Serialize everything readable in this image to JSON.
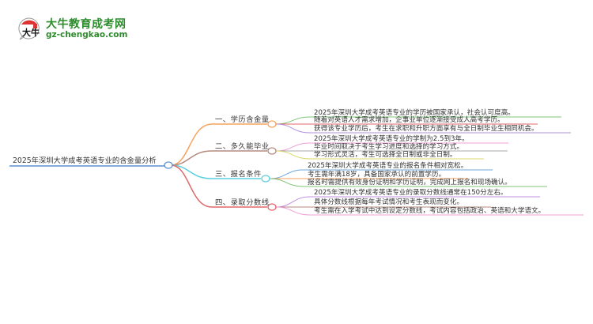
{
  "logo": {
    "title": "大牛教育成考网",
    "url": "gz-chengkao.com",
    "badge_text": "大牛"
  },
  "mindmap": {
    "root": "2025年深圳大学成考英语专业的含金量分析",
    "branches": [
      {
        "label": "一、学历含金量",
        "color": "#f5a35c",
        "leaves": [
          {
            "text": "2025年深圳大学成考英语专业的学历被国家承认，社会认可度高。",
            "color": "#7cc576"
          },
          {
            "text": "随着对英语人才需求增加，企事业单位逐渐接受成人高考学历。",
            "color": "#e06666"
          },
          {
            "text": "获得该专业学历后，考生在求职和升职方面享有与全日制毕业生相同机会。",
            "color": "#b28fd9"
          }
        ]
      },
      {
        "label": "二、多久能毕业",
        "color": "#b58a7e",
        "leaves": [
          {
            "text": "2025年深圳大学成考英语专业的学制为2.5到3年。",
            "color": "#f0a0d8"
          },
          {
            "text": "毕业时间取决于考生学习进度和选择的学习方式。",
            "color": "#aaaaaa"
          },
          {
            "text": "学习形式灵活，考生可选择全日制或非全日制。",
            "color": "#d9d96a"
          }
        ]
      },
      {
        "label": "三、报名条件",
        "color": "#5ccfe0",
        "leaves": [
          {
            "text": "2025年深圳大学成考英语专业的报名条件相对宽松。",
            "color": "#6fa8dc"
          },
          {
            "text": "考生需年满18岁，具备国家承认的前置学历。",
            "color": "#f5a35c"
          },
          {
            "text": "报名时需提供有效身份证明和学历证明，完成网上报名和现场确认。",
            "color": "#7cc576"
          }
        ]
      },
      {
        "label": "四、录取分数线",
        "color": "#e06666",
        "leaves": [
          {
            "text": "2025年深圳大学成考英语专业的录取分数线通常在150分左右。",
            "color": "#c08fe0"
          },
          {
            "text": "具体分数线根据每年考试情况和考生表现而变化。",
            "color": "#b58a7e"
          },
          {
            "text": "考生需在入学考试中达到设定分数线，考试内容包括政治、英语和大学语文。",
            "color": "#f0a0d8"
          }
        ]
      }
    ]
  }
}
